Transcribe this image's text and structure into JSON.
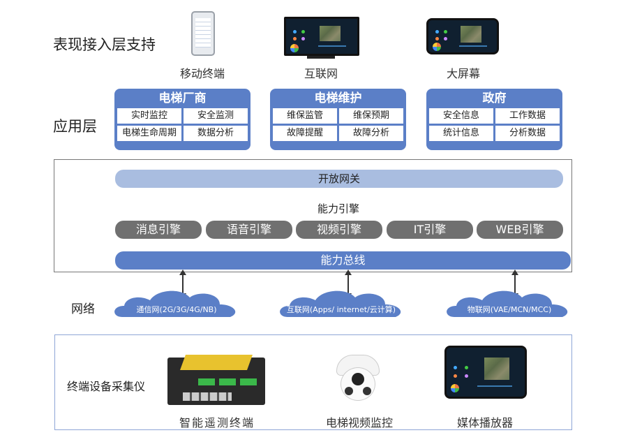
{
  "presentation_layer": {
    "label": "表现接入层支持",
    "devices": [
      {
        "name": "移动终端",
        "icon": "mobile-phone-icon"
      },
      {
        "name": "互联网",
        "icon": "monitor-icon"
      },
      {
        "name": "大屏幕",
        "icon": "large-screen-icon"
      }
    ]
  },
  "application_layer": {
    "label": "应用层",
    "groups": [
      {
        "title": "电梯厂商",
        "items": [
          "实时监控",
          "安全监测",
          "电梯生命周期",
          "数据分析"
        ]
      },
      {
        "title": "电梯维护",
        "items": [
          "维保监管",
          "维保预期",
          "故障提醒",
          "故障分析"
        ]
      },
      {
        "title": "政府",
        "items": [
          "安全信息",
          "工作数据",
          "统计信息",
          "分析数据"
        ]
      }
    ]
  },
  "platform": {
    "gateway": "开放网关",
    "capability_title": "能力引擎",
    "engines": [
      "消息引擎",
      "语音引擎",
      "视频引擎",
      "IT引擎",
      "WEB引擎"
    ],
    "bus": "能力总线"
  },
  "network": {
    "label": "网络",
    "clouds": [
      "通信网(2G/3G/4G/NB)",
      "互联网(Apps/ internet/云计算)",
      "物联网(VAE/MCN/MCC)"
    ]
  },
  "terminal": {
    "label": "终端设备采集仪",
    "devices": [
      {
        "name": "智能遥测终端",
        "icon": "telemetry-terminal-icon"
      },
      {
        "name": "电梯视频监控",
        "icon": "dome-camera-icon"
      },
      {
        "name": "媒体播放器",
        "icon": "media-player-icon"
      }
    ]
  },
  "colors": {
    "primary_blue": "#5b7fc7",
    "light_blue": "#a9bde0",
    "engine_gray": "#707070"
  }
}
